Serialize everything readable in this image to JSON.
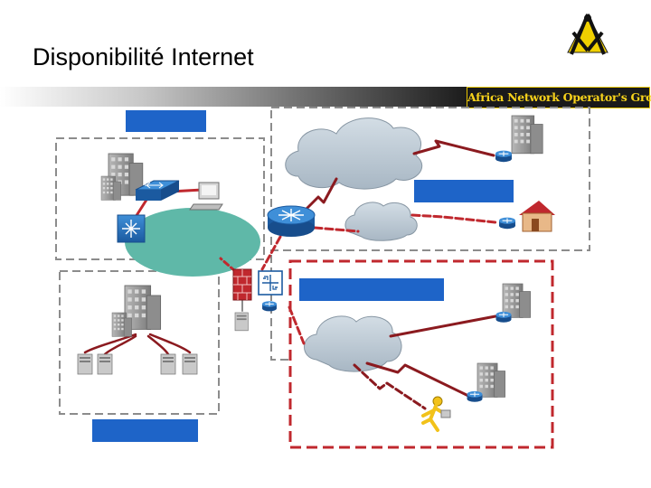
{
  "slide": {
    "title": "Disponibilité Internet",
    "banner_text": "Africa Network Operator's Group"
  },
  "icons": {
    "logo": "masonic-square-compass-logo",
    "router": "router-icon",
    "switch": "workgroup-switch-icon",
    "multilayer_switch": "multilayer-switch-icon",
    "firewall": "firewall-icon",
    "building": "building-icon",
    "home": "home-office-icon",
    "cloud": "network-cloud-icon",
    "server": "server-icon",
    "workstation": "workstation-icon",
    "remote_user": "mobile-user-icon"
  },
  "colors": {
    "label_box": "#1e64c8",
    "wan_link": "#8b1a1f",
    "lan_link": "#c0282e",
    "zone_red_border": "#c0282e",
    "zone_gray_border": "#8c8c8c",
    "lan_ellipse": "#5fb8a8",
    "cloud": "#bcc9d3"
  }
}
